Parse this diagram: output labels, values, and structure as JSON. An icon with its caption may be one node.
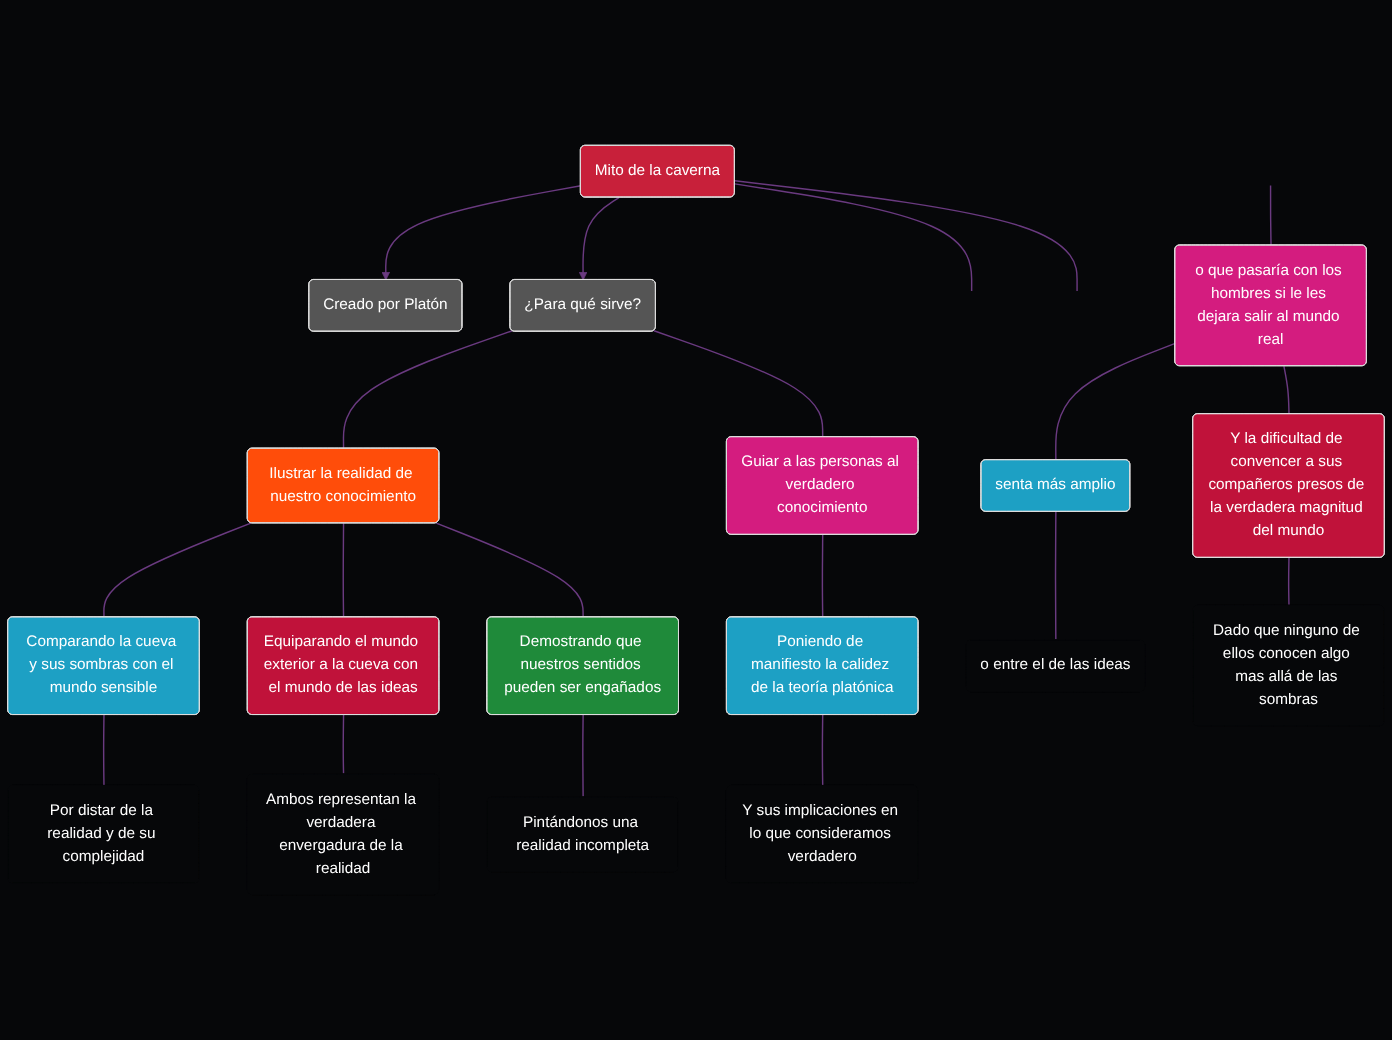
{
  "diagram": {
    "nodes": [
      {
        "text": [
          "Mito de la caverna"
        ]
      },
      {
        "text": [
          "Creado por Platón"
        ]
      },
      {
        "text": [
          "¿Para qué sirve?"
        ]
      },
      {
        "text": [
          "Ilustrar la realidad de nuestro conocimiento"
        ]
      },
      {
        "text": [
          "Guiar a las personas al verdadero conocimiento"
        ]
      },
      {
        "text": [
          "Comparando la cueva y sus sombras con el mundo sensible"
        ]
      },
      {
        "text": [
          "Equiparando el mundo exterior a la cueva con el mundo de las ideas"
        ]
      },
      {
        "text": [
          "Demostrando que nuestros sentidos pueden ser engañados"
        ]
      },
      {
        "text": [
          "Por distar de la realidad y de su complejidad"
        ]
      },
      {
        "text": [
          "Ambos representan la verdadera envergadura de la realidad"
        ]
      },
      {
        "text": [
          "Pintándonos una realidad incompleta"
        ]
      },
      {
        "text": [
          "Poniendo de manifiesto la calidez de la teoría platónica"
        ]
      },
      {
        "text": [
          "Y sus implicaciones en lo que consideramos verdadero"
        ]
      },
      {
        "text": [
          "o que pasaría con los hombres si le les dejara salir al mundo real"
        ]
      },
      {
        "text": [
          "senta más amplio"
        ]
      },
      {
        "text": [
          "Y la dificultad de convencer a sus compañeros presos de la verdadera magnitud del mundo"
        ]
      },
      {
        "text": [
          "o entre el de las ideas"
        ]
      },
      {
        "text": [
          "Dado que ninguno de ellos conocen algo mas allá de las sombras"
        ]
      }
    ],
    "edges": [
      {
        "from": 0,
        "to": 1,
        "arrow": "to"
      },
      {
        "from": 0,
        "to": 2,
        "arrow": "to"
      },
      {
        "from": 0,
        "to": null,
        "arrow": "none"
      },
      {
        "from": 0,
        "to": null,
        "arrow": "none"
      },
      {
        "from": 2,
        "to": 3,
        "arrow": "none"
      },
      {
        "from": 2,
        "to": 4,
        "arrow": "none"
      },
      {
        "from": 3,
        "to": 5,
        "arrow": "none"
      },
      {
        "from": 3,
        "to": 6,
        "arrow": "none"
      },
      {
        "from": 3,
        "to": 7,
        "arrow": "none"
      },
      {
        "from": 5,
        "to": 8,
        "arrow": "none"
      },
      {
        "from": 6,
        "to": 9,
        "arrow": "none"
      },
      {
        "from": 7,
        "to": 10,
        "arrow": "none"
      },
      {
        "from": 4,
        "to": 11,
        "arrow": "none"
      },
      {
        "from": 11,
        "to": 12,
        "arrow": "none"
      },
      {
        "from": null,
        "to": 13,
        "arrow": "none"
      },
      {
        "from": 13,
        "to": 14,
        "arrow": "none"
      },
      {
        "from": 13,
        "to": 15,
        "arrow": "none"
      },
      {
        "from": 14,
        "to": 16,
        "arrow": "none"
      },
      {
        "from": 15,
        "to": 17,
        "arrow": "none"
      }
    ]
  }
}
